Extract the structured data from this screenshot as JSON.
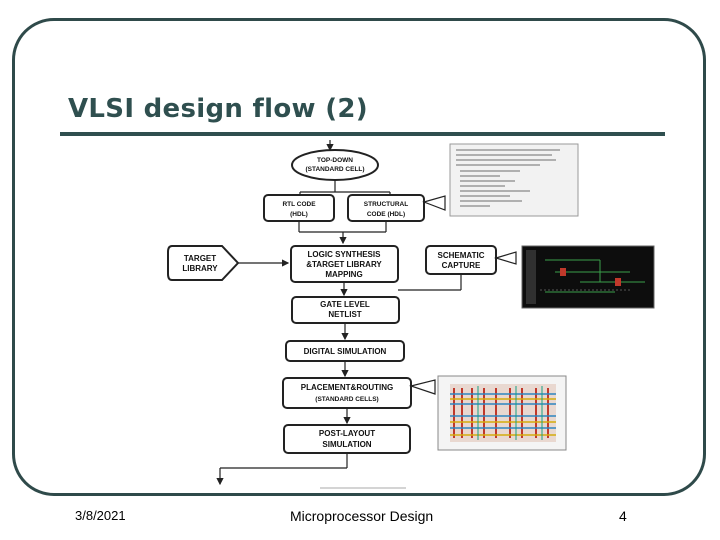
{
  "slide": {
    "title": "VLSI design flow (2)",
    "footer_date": "3/8/2021",
    "footer_title": "Microprocessor Design",
    "page_number": "4"
  },
  "diagram": {
    "top_down_1": "TOP-DOWN",
    "top_down_2": "(STANDARD CELL)",
    "rtl_1": "RTL CODE",
    "rtl_2": "(HDL)",
    "structural_1": "STRUCTURAL",
    "structural_2": "CODE   (HDL)",
    "target_1": "TARGET",
    "target_2": "LIBRARY",
    "logic_1": "LOGIC SYNTHESIS",
    "logic_2": "&TARGET LIBRARY",
    "logic_3": "MAPPING",
    "schematic_1": "SCHEMATIC",
    "schematic_2": "CAPTURE",
    "gate_1": "GATE LEVEL",
    "gate_2": "NETLIST",
    "digital_sim": "DIGITAL SIMULATION",
    "placement_1": "PLACEMENT&ROUTING",
    "placement_2": "(STANDARD CELLS)",
    "post_1": "POST-LAYOUT",
    "post_2": "SIMULATION"
  }
}
